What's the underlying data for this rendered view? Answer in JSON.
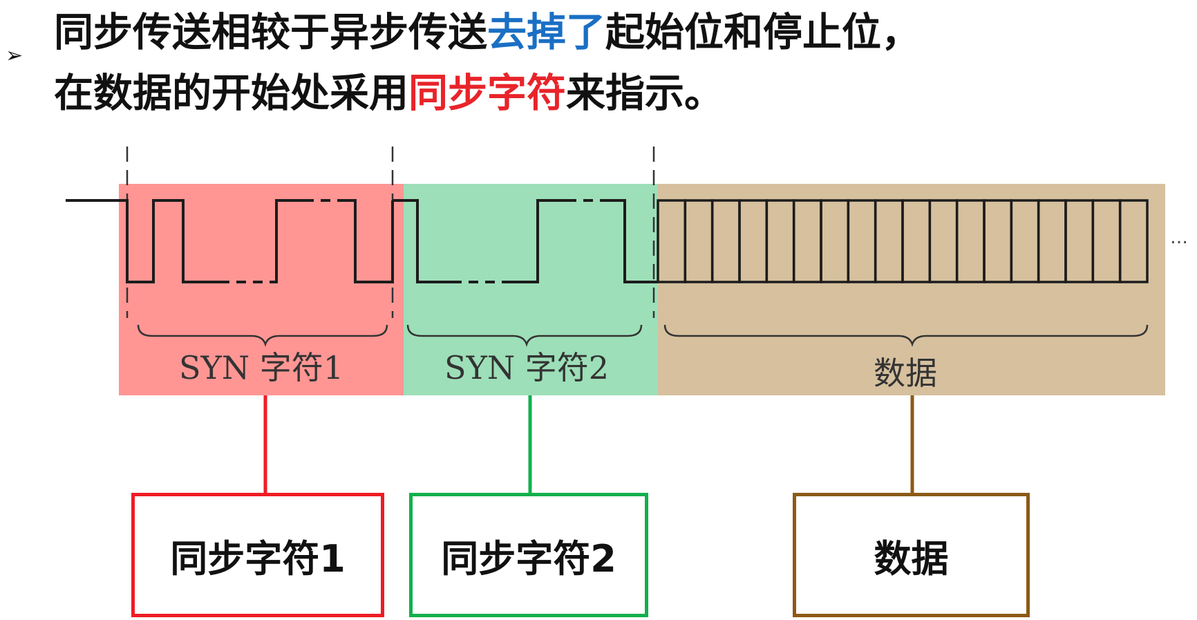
{
  "headline": {
    "bullet": "➢",
    "line1_prefix": "同步传送相较于异步传送",
    "line1_highlight": "去掉了",
    "line1_suffix": "起始位和停止位，",
    "line2_prefix": "在数据的开始处采用",
    "line2_highlight": "同步字符",
    "line2_suffix": "来指示。"
  },
  "colors": {
    "blue_accent": "#1a6fc4",
    "red_accent": "#e8242a",
    "region_sync1": "#ff9694",
    "region_sync2": "#9ddfb8",
    "region_data": "#d6c09e",
    "box_sync1": "#ee1c24",
    "box_sync2": "#12b04c",
    "box_data": "#8c5a16"
  },
  "diagram": {
    "region_labels": [
      "SYN 字符1",
      "SYN 字符2",
      "数据"
    ],
    "ellipsis": "…"
  },
  "boxes": {
    "sync1": "同步字符1",
    "sync2": "同步字符2",
    "data": "数据"
  }
}
